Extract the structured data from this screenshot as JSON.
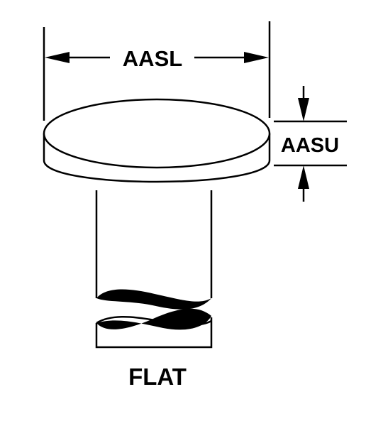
{
  "diagram": {
    "title": "FLAT",
    "dimensions": {
      "head_diameter_label": "AASL",
      "head_height_label": "AASU"
    }
  },
  "colors": {
    "stroke": "#000000",
    "background": "#ffffff"
  }
}
